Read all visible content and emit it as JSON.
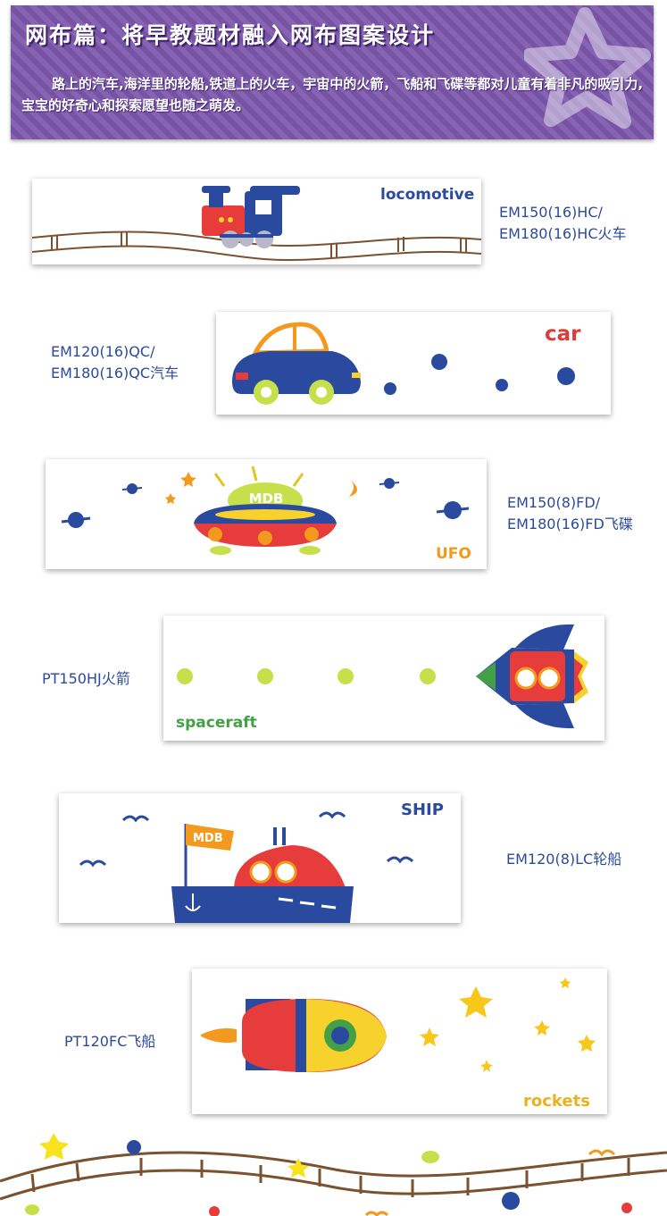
{
  "banner": {
    "title": "网布篇：将早教题材融入网布图案设计",
    "body": "路上的汽车,海洋里的轮船,铁道上的火车，宇宙中的火箭，飞船和飞碟等都对儿童有着非凡的吸引力,宝宝的好奇心和探索愿望也随之萌发。"
  },
  "products": [
    {
      "label": "locomotive",
      "code_line1": "EM150(16)HC/",
      "code_line2": "EM180(16)HC火车",
      "icon": "train-icon"
    },
    {
      "label": "car",
      "code_line1": "EM120(16)QC/",
      "code_line2": "EM180(16)QC汽车",
      "icon": "car-icon"
    },
    {
      "label": "UFO",
      "code_line1": "EM150(8)FD/",
      "code_line2": "EM180(16)FD飞碟",
      "icon": "ufo-icon",
      "emblem": "MDB"
    },
    {
      "label": "spaceraft",
      "code_line1": "PT150HJ火箭",
      "code_line2": "",
      "icon": "rocket-icon"
    },
    {
      "label": "SHIP",
      "code_line1": "EM120(8)LC轮船",
      "code_line2": "",
      "icon": "ship-icon",
      "emblem": "MDB"
    },
    {
      "label": "rockets",
      "code_line1": "PT120FC飞船",
      "code_line2": "",
      "icon": "spaceship-icon"
    }
  ],
  "colors": {
    "banner": "#7d57ad",
    "code_text": "#2c4a9a",
    "blue_label": "#2a4a9f",
    "red_label": "#e03a3a",
    "orange_label": "#f39a1e",
    "green_label": "#43a047",
    "yellow_label": "#e7b321",
    "track": "#7a5230"
  }
}
